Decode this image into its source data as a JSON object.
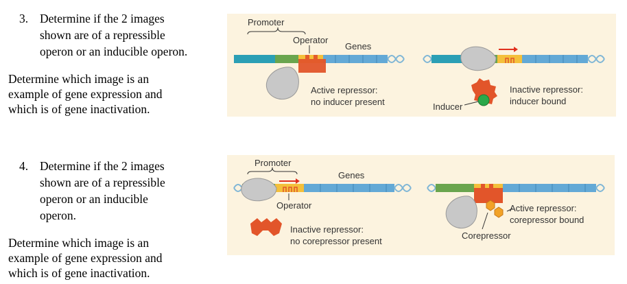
{
  "questions": [
    {
      "number": "3.",
      "lines": [
        "Determine if the 2 images",
        "shown are of a repressible",
        "operon or an inducible operon."
      ],
      "followup": [
        "Determine which image is an",
        "example of gene expression and",
        "which is of gene inactivation."
      ]
    },
    {
      "number": "4.",
      "lines": [
        "Determine if the 2 images",
        "shown are of a repressible",
        "operon or an inducible",
        "operon."
      ],
      "followup": [
        "Determine which image is an",
        "example of gene expression and",
        "which is of gene inactivation."
      ]
    }
  ],
  "diagram_top": {
    "promoter_label": "Promoter",
    "operator_label": "Operator",
    "genes_label": "Genes",
    "active_repressor_line1": "Active repressor:",
    "active_repressor_line2": "no inducer present",
    "inducer_label": "Inducer",
    "inactive_repressor_line1": "Inactive repressor:",
    "inactive_repressor_line2": "inducer bound"
  },
  "diagram_bottom": {
    "promoter_label": "Promoter",
    "operator_label": "Operator",
    "genes_label": "Genes",
    "inactive_repressor_line1": "Inactive repressor:",
    "inactive_repressor_line2": "no corepressor present",
    "active_repressor_line1": "Active repressor:",
    "active_repressor_line2": "corepressor bound",
    "corepressor_label": "Corepressor"
  },
  "colors": {
    "panel_bg": "#fcf3df",
    "dna_teal": "#2b9fb5",
    "dna_blue": "#63a9d6",
    "promoter_green": "#6aa54e",
    "operator_yellow": "#f4c03b",
    "repressor_red": "#e2552a",
    "polymerase_gray": "#c8c8c8",
    "inducer_green": "#2aa84a",
    "arrow_red": "#e0301e"
  }
}
